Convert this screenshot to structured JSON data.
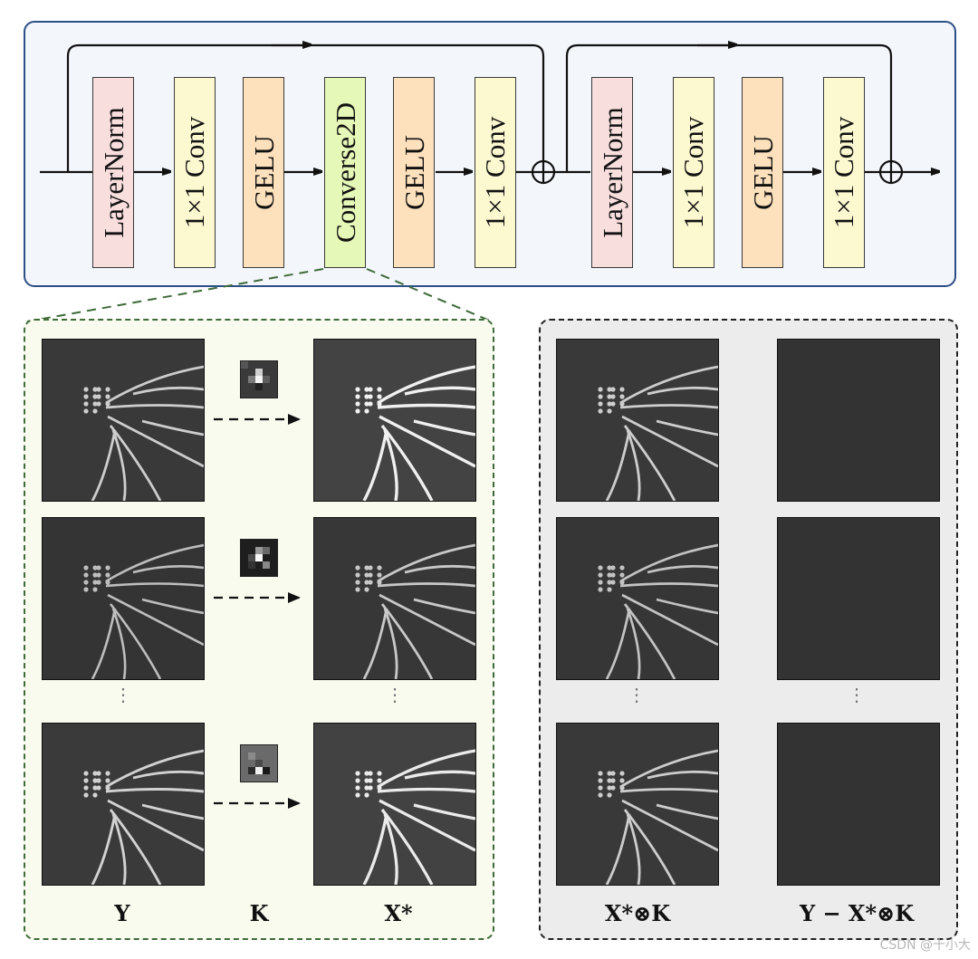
{
  "block_top": {
    "labels": [
      "LayerNorm",
      "1×1 Conv",
      "GELU",
      "Converse2D",
      "GELU",
      "1×1 Conv",
      "LayerNorm",
      "1×1 Conv",
      "GELU",
      "1×1 Conv"
    ]
  },
  "captions": {
    "y": "Y",
    "k": "K",
    "x_star": "X*",
    "x_star_conv_k": "X*⊗K",
    "y_minus": "Y − X*⊗K"
  },
  "ellipsis": "⋮",
  "watermark": "CSDN @十小大",
  "colors": {
    "layernorm": "#f9dede",
    "conv": "#fcf8d0",
    "gelu": "#fde1bd",
    "converse2d": "#e6f8b8",
    "top_border": "#2b4f86",
    "green_panel_border": "#3f6b3a"
  }
}
